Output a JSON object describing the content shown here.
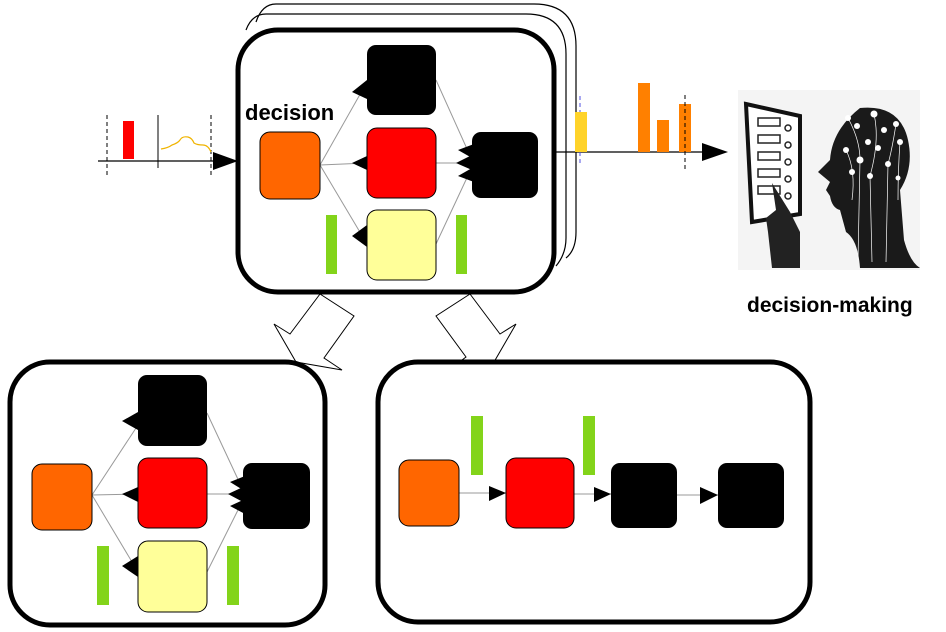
{
  "labels": {
    "decision": "decision",
    "decision_making": "decision-making"
  },
  "colors": {
    "orange_node": "#ff6600",
    "red_node": "#ff0000",
    "black_node": "#000000",
    "yellow_node": "#ffff99",
    "green_bar": "#83d41a",
    "input_bar": "#ff0000",
    "input_curve": "#f0b400",
    "output_bar_yellow": "#ffd32a",
    "output_bar_orange": "#ff8000",
    "dash_blue": "#5050e0"
  },
  "illustration": {
    "subject": "person-with-neural-network-head-touching-tablet-icon"
  },
  "diagrams": [
    {
      "id": "main",
      "nodes": [
        "orange",
        "black-top",
        "red",
        "yellow",
        "black-right"
      ],
      "edges": [
        [
          "orange",
          "black-top"
        ],
        [
          "orange",
          "red"
        ],
        [
          "orange",
          "yellow"
        ],
        [
          "black-top",
          "black-right"
        ],
        [
          "red",
          "black-right"
        ],
        [
          "yellow",
          "black-right"
        ]
      ],
      "green_markers": 2
    },
    {
      "id": "bottom-left",
      "nodes": [
        "orange",
        "black-top",
        "red",
        "yellow",
        "black-right"
      ],
      "edges": [
        [
          "orange",
          "black-top"
        ],
        [
          "orange",
          "red"
        ],
        [
          "orange",
          "yellow"
        ],
        [
          "black-top",
          "black-right"
        ],
        [
          "red",
          "black-right"
        ],
        [
          "yellow",
          "black-right"
        ]
      ],
      "green_markers": 2
    },
    {
      "id": "bottom-right",
      "nodes": [
        "orange",
        "red",
        "black-1",
        "black-2"
      ],
      "edges": [
        [
          "orange",
          "red"
        ],
        [
          "red",
          "black-1"
        ],
        [
          "black-1",
          "black-2"
        ]
      ],
      "green_markers": 2
    }
  ],
  "output_signal": {
    "bars": [
      {
        "color": "yellow",
        "relative_height": 0.57
      },
      {
        "color": "orange",
        "relative_height": 1.0
      },
      {
        "color": "orange",
        "relative_height": 0.46
      },
      {
        "color": "orange",
        "relative_height": 0.69
      }
    ]
  }
}
